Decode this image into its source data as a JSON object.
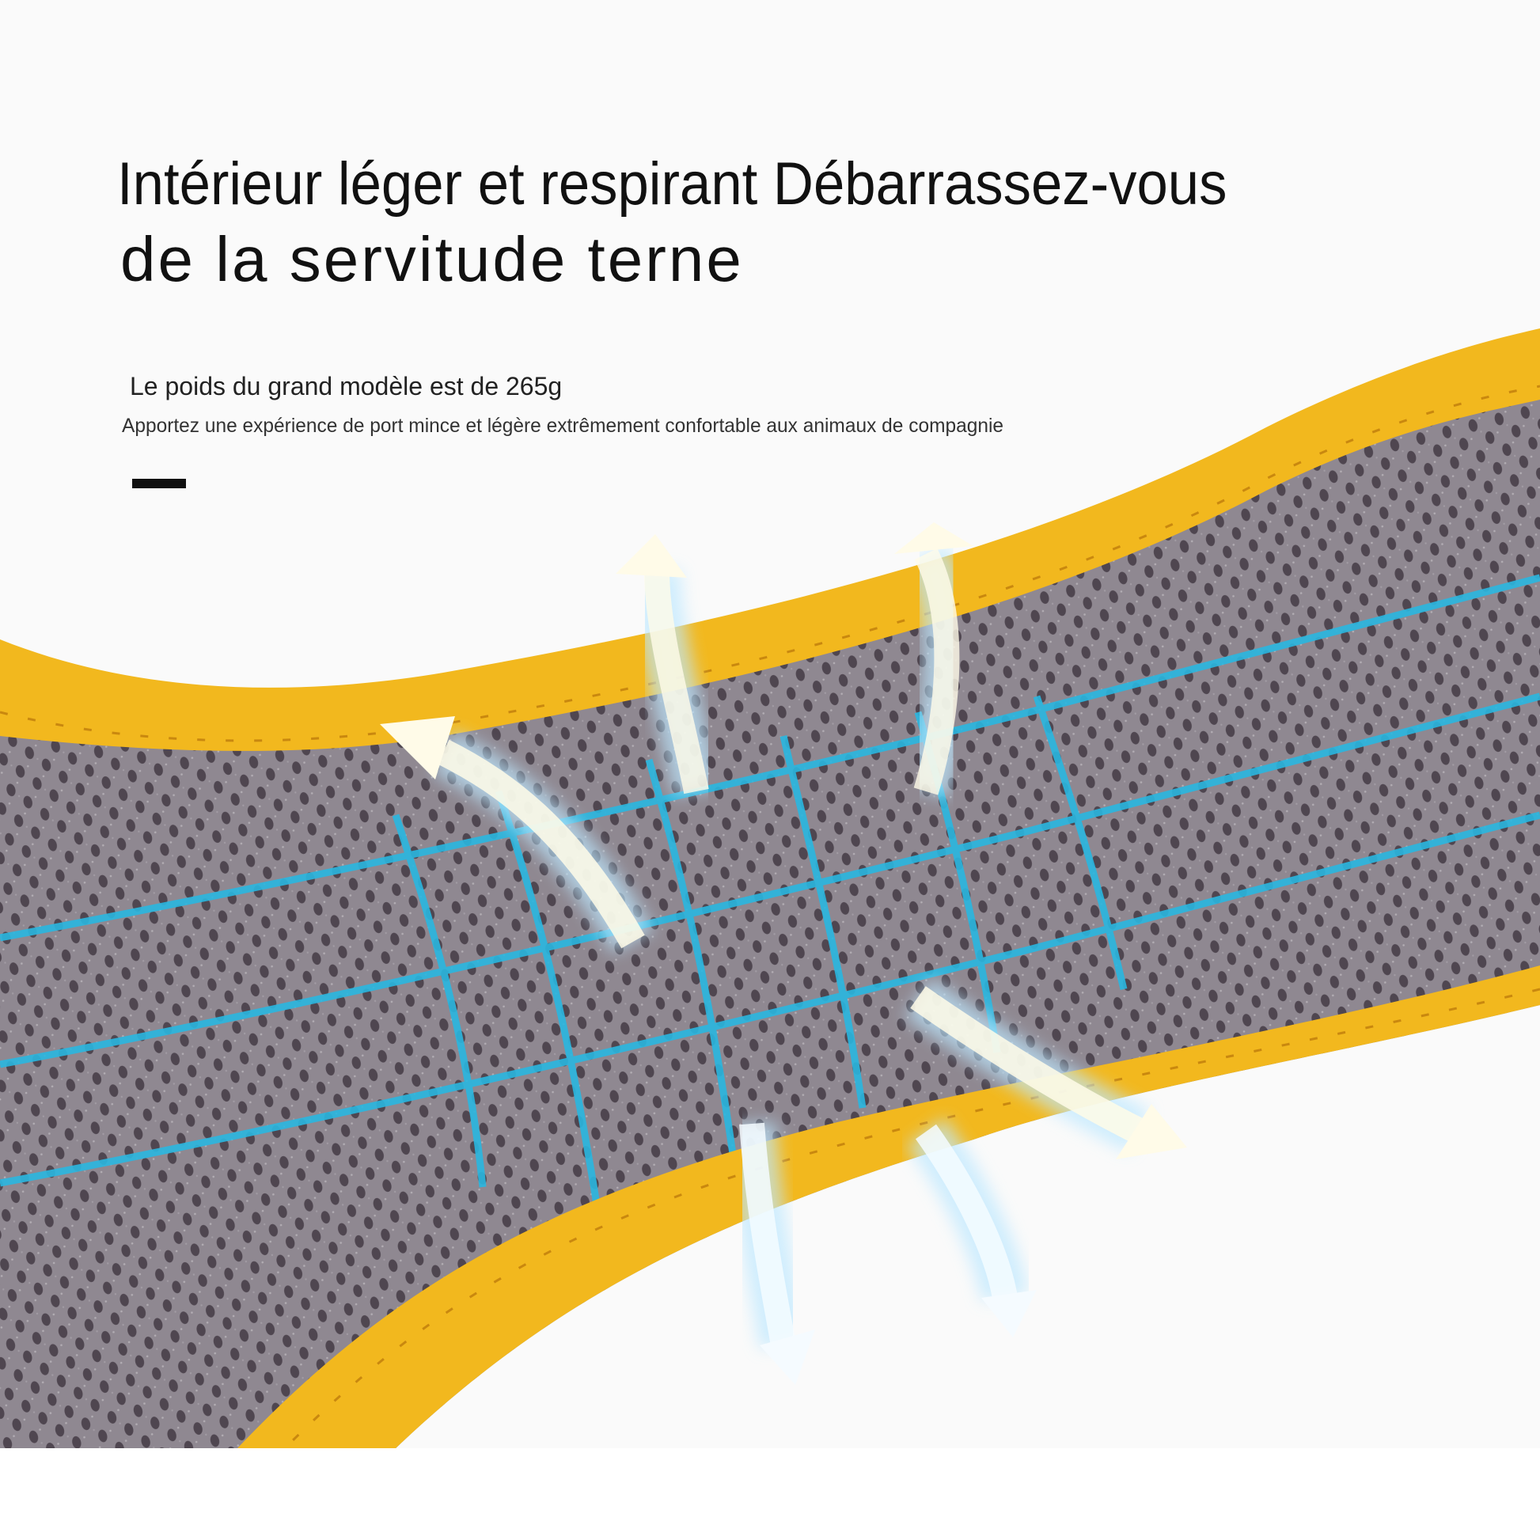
{
  "headline": {
    "line1": "Intérieur léger et respirant Débarrassez-vous",
    "line2": "de la servitude terne"
  },
  "subtitle": {
    "weight": "Le poids du grand modèle est de 265g",
    "description": "Apportez une expérience de port mince et légère extrêmement confortable aux animaux de compagnie"
  },
  "image": {
    "subject": "pet harness breathable mesh interior with yellow binding",
    "icons": [
      "airflow-arrow-icon",
      "airflow-arrow-icon",
      "airflow-arrow-icon",
      "airflow-arrow-icon",
      "airflow-arrow-icon",
      "airflow-arrow-icon"
    ]
  },
  "colors": {
    "background": "#fafafa",
    "binding_yellow": "#f2b81e",
    "mesh_gray": "#8e8790",
    "mesh_holes": "#4e4550",
    "grid_blue": "#2ab7e0",
    "arrow_fill": "#fffbe8"
  }
}
